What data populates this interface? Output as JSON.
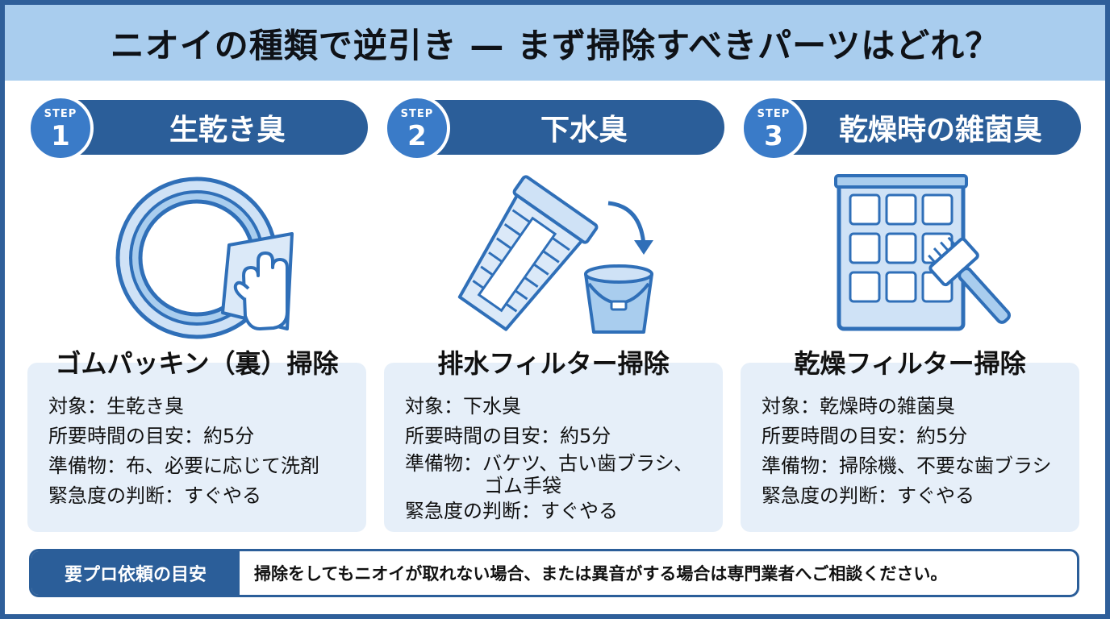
{
  "header": {
    "title": "ニオイの種類で逆引き — まず掃除すべきパーツはどれ？"
  },
  "steps": [
    {
      "step_label": "STEP",
      "number": "1",
      "heading": "生乾き臭",
      "icon": "rubber-gasket-wipe-icon",
      "task": "ゴムパッキン（裏）掃除",
      "lines": [
        "対象：生乾き臭",
        "所要時間の目安：約5分",
        "準備物：布、必要に応じて洗剤",
        "緊急度の判断：すぐやる"
      ]
    },
    {
      "step_label": "STEP",
      "number": "2",
      "heading": "下水臭",
      "icon": "drain-filter-bucket-icon",
      "task": "排水フィルター掃除",
      "lines": [
        "対象：下水臭",
        "所要時間の目安：約5分",
        "準備物：バケツ、古い歯ブラシ、",
        "ゴム手袋",
        "緊急度の判断：すぐやる"
      ]
    },
    {
      "step_label": "STEP",
      "number": "3",
      "heading": "乾燥時の雑菌臭",
      "icon": "dryer-filter-brush-icon",
      "task": "乾燥フィルター掃除",
      "lines": [
        "対象：乾燥時の雑菌臭",
        "所要時間の目安：約5分",
        "準備物：掃除機、不要な歯ブラシ",
        "緊急度の判断：すぐやる"
      ]
    }
  ],
  "footer": {
    "label": "要プロ依頼の目安",
    "text": "掃除をしてもニオイが取れない場合、または異音がする場合は専門業者へご相談ください。"
  },
  "colors": {
    "header_bg": "#a9cdee",
    "primary": "#2b5e99",
    "badge": "#3a7bc8",
    "card_bg": "#e6eff9",
    "icon_fill": "#cfe2f6",
    "icon_stroke": "#2f6fb8"
  }
}
